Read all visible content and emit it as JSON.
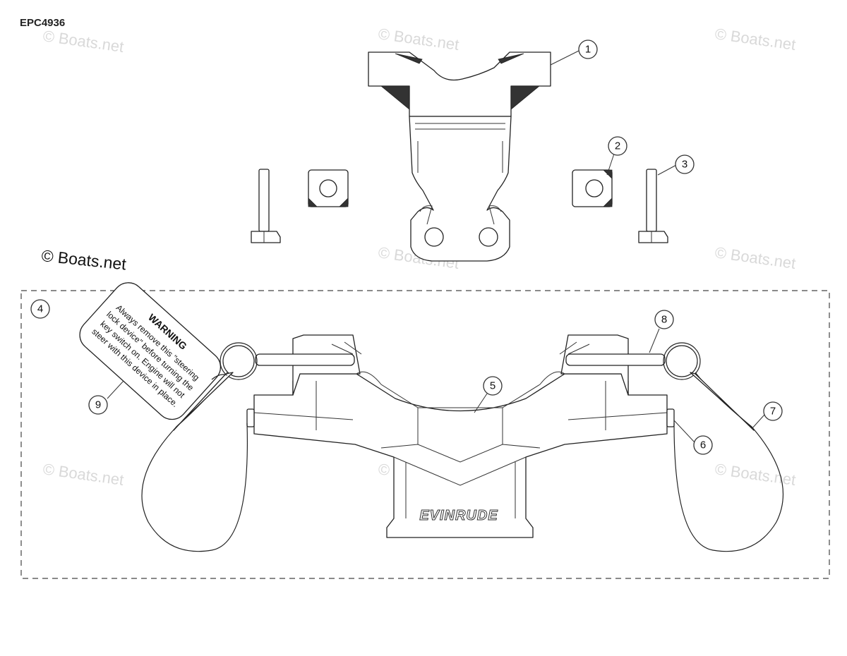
{
  "diagram_code": "EPC4936",
  "watermark": "© Boats.net",
  "warning_tag": {
    "title": "WARNING",
    "lines": [
      "Always remove this \"steering",
      "lock device\" before turning the",
      "key switch on. Engine will not",
      "steer with this device in place."
    ]
  },
  "brand_label": "EVINRUDE",
  "callouts": [
    "1",
    "2",
    "3",
    "4",
    "5",
    "6",
    "7",
    "8",
    "9"
  ]
}
